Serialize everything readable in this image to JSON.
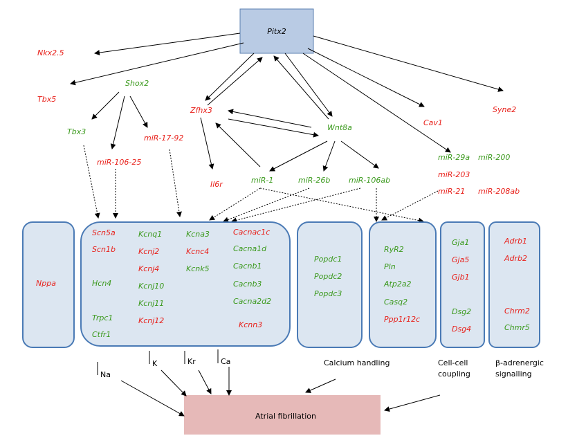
{
  "colors": {
    "red": "#e8221c",
    "green": "#3c9a1e"
  },
  "hub": "Pitx2",
  "outcome": "Atrial fibrillation",
  "nodes": {
    "nkx25": "Nkx2.5",
    "tbx5": "Tbx5",
    "shox2": "Shox2",
    "tbx3": "Tbx3",
    "mir10625": "miR-106-25",
    "mir1792": "miR-17-92",
    "zfhx3": "Zfhx3",
    "wnt8a": "Wnt8a",
    "il6r": "Il6r",
    "mir1": "miR-1",
    "mir26b": "miR-26b",
    "mir106ab": "miR-106ab",
    "cav1": "Cav1",
    "syne2": "Syne2",
    "mir29a": "miR-29a",
    "mir200": "miR-200",
    "mir203": "miR-203",
    "mir21": "miR-21",
    "mir208ab": "miR-208ab"
  },
  "boxes": {
    "nppa": "Nppa",
    "ion": {
      "na": [
        "Scn5a",
        "Scn1b",
        "Hcn4",
        "Trpc1",
        "Ctfr1"
      ],
      "k": [
        "Kcnq1",
        "Kcnj2",
        "Kcnj4",
        "Kcnj10",
        "Kcnj11",
        "Kcnj12"
      ],
      "kr": [
        "Kcna3",
        "Kcnc4",
        "Kcnk5"
      ],
      "ca": [
        "Cacnac1c",
        "Cacna1d",
        "Cacnb1",
        "Cacnb3",
        "Cacna2d2",
        "Kcnn3"
      ]
    },
    "popdc": [
      "Popdc1",
      "Popdc2",
      "Popdc3"
    ],
    "calcium": [
      "RyR2",
      "Pln",
      "Atp2a2",
      "Casq2",
      "Ppp1r12c"
    ],
    "coupling": [
      "Gja1",
      "Gja5",
      "Gjb1",
      "Dsg2",
      "Dsg4"
    ],
    "beta": [
      "Adrb1",
      "Adrb2",
      "Chrm2",
      "Chmr5"
    ]
  },
  "labels": {
    "na": "Na",
    "k": "K",
    "kr": "Kr",
    "ca": "Ca",
    "calcium_handling": "Calcium handling",
    "cell_coupling": [
      "Cell-cell",
      "coupling"
    ],
    "beta_signalling": [
      "β-adrenergic",
      "signalling"
    ]
  }
}
